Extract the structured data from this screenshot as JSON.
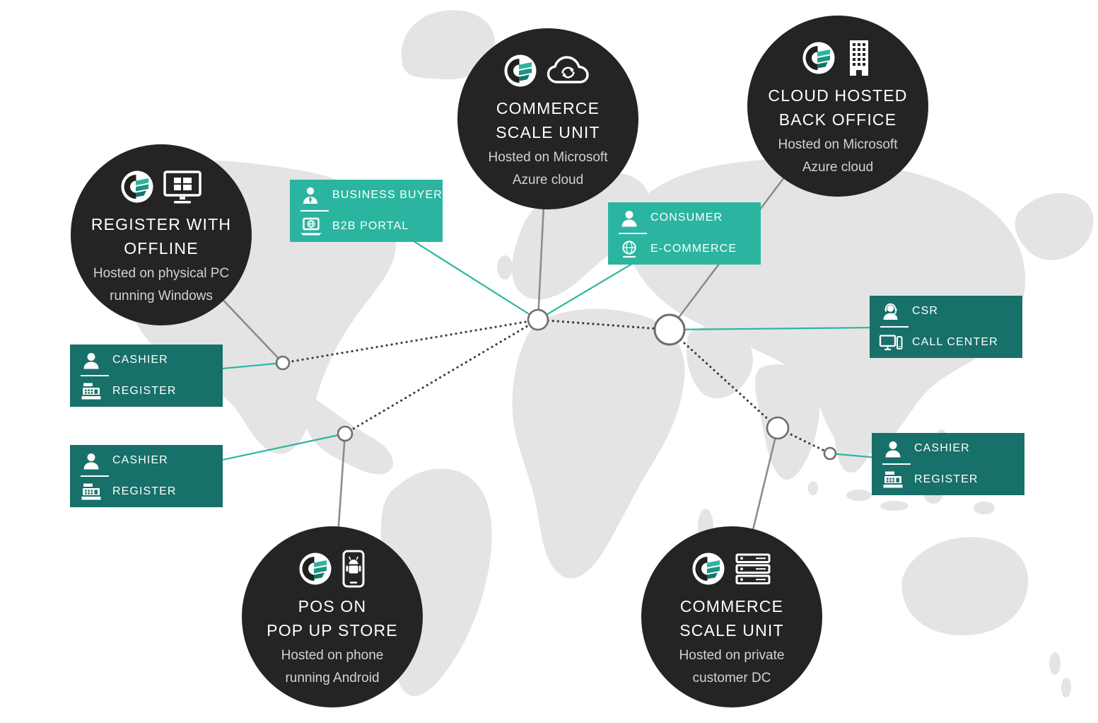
{
  "nodes": {
    "register_offline": {
      "title1": "REGISTER WITH",
      "title2": "OFFLINE",
      "sub1": "Hosted on physical PC",
      "sub2": "running Windows"
    },
    "csu_cloud": {
      "title1": "COMMERCE",
      "title2": "SCALE UNIT",
      "sub1": "Hosted on Microsoft",
      "sub2": "Azure cloud"
    },
    "back_office": {
      "title1": "CLOUD HOSTED",
      "title2": "BACK OFFICE",
      "sub1": "Hosted on Microsoft",
      "sub2": "Azure cloud"
    },
    "pos_popup": {
      "title1": "POS ON",
      "title2": "POP UP STORE",
      "sub1": "Hosted on phone",
      "sub2": "running Android"
    },
    "csu_private": {
      "title1": "COMMERCE",
      "title2": "SCALE UNIT",
      "sub1": "Hosted on private",
      "sub2": "customer DC"
    }
  },
  "tags": {
    "business_buyer": {
      "line1": "BUSINESS BUYER",
      "line2": "B2B PORTAL"
    },
    "consumer": {
      "line1": "CONSUMER",
      "line2": "E-COMMERCE"
    },
    "csr": {
      "line1": "CSR",
      "line2": "CALL CENTER"
    },
    "cashier_west_1": {
      "line1": "CASHIER",
      "line2": "REGISTER"
    },
    "cashier_west_2": {
      "line1": "CASHIER",
      "line2": "REGISTER"
    },
    "cashier_east": {
      "line1": "CASHIER",
      "line2": "REGISTER"
    }
  },
  "colors": {
    "dark_node": "#242424",
    "teal_light": "#2bb5a0",
    "teal_dark": "#177069",
    "map": "#e4e4e4",
    "line_gray": "#8c8c8c",
    "line_dotted": "#3f3f3f",
    "line_teal": "#2ab7a0"
  }
}
